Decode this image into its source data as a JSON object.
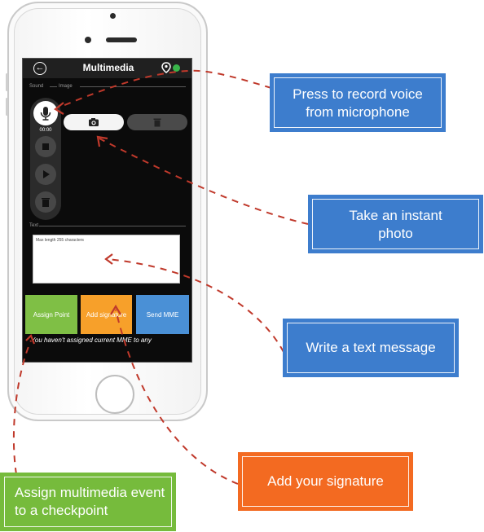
{
  "screen": {
    "title": "Multimedia",
    "sound_label": "Sound",
    "image_label": "Image",
    "timer": "00:00",
    "text_label": "Text",
    "text_placeholder": "Max length 255 characters",
    "buttons": {
      "assign": "Assign Point",
      "signature": "Add signature",
      "send": "Send MME"
    },
    "notice": "You haven't assigned current MME to any"
  },
  "callouts": {
    "record": "Press to record voice from microphone",
    "photo": "Take an instant photo",
    "text": "Write a text message",
    "signature": "Add your signature",
    "assign": "Assign multimedia event to a checkpoint"
  },
  "colors": {
    "blue": "#3d7dcd",
    "green": "#76bb3c",
    "orange": "#f36a21",
    "dash": "#c0392b"
  },
  "icons": [
    "back-arrow-icon",
    "location-pin-icon",
    "gps-status-icon",
    "microphone-icon",
    "stop-icon",
    "play-icon",
    "trash-icon",
    "camera-icon"
  ]
}
